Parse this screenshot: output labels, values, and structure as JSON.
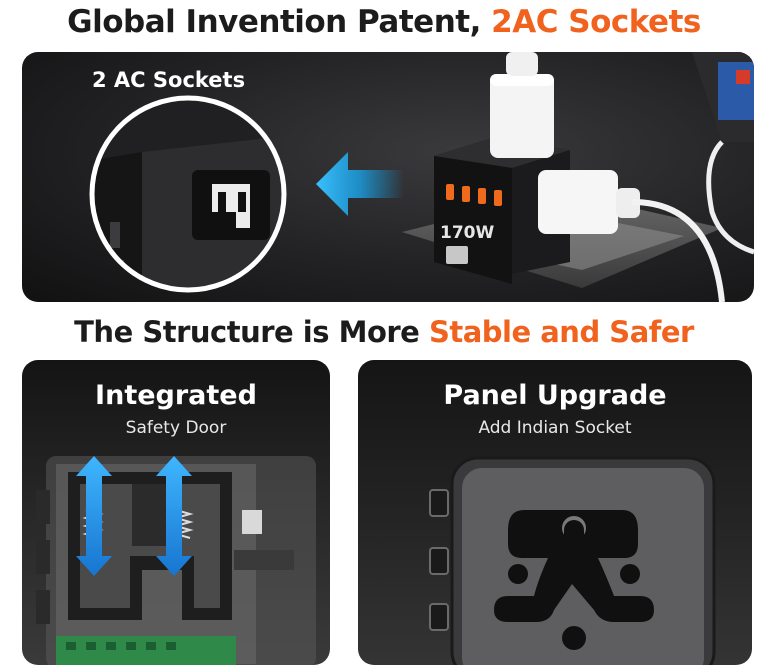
{
  "headline_top": {
    "main": "Global Invention Patent,",
    "accent": "2AC Sockets"
  },
  "callout": {
    "label": "2 AC Sockets"
  },
  "device_top": {
    "wattage": "170W"
  },
  "headline_mid": {
    "main": "The Structure is More",
    "accent": "Stable and Safer"
  },
  "panel_left": {
    "title": "Integrated",
    "subtitle": "Safety Door"
  },
  "panel_right": {
    "title": "Panel Upgrade",
    "subtitle": "Add Indian Socket"
  },
  "colors": {
    "accent": "#f0621e",
    "dark_text": "#1c1c1c",
    "arrow_blue": "#1aa3ea"
  }
}
